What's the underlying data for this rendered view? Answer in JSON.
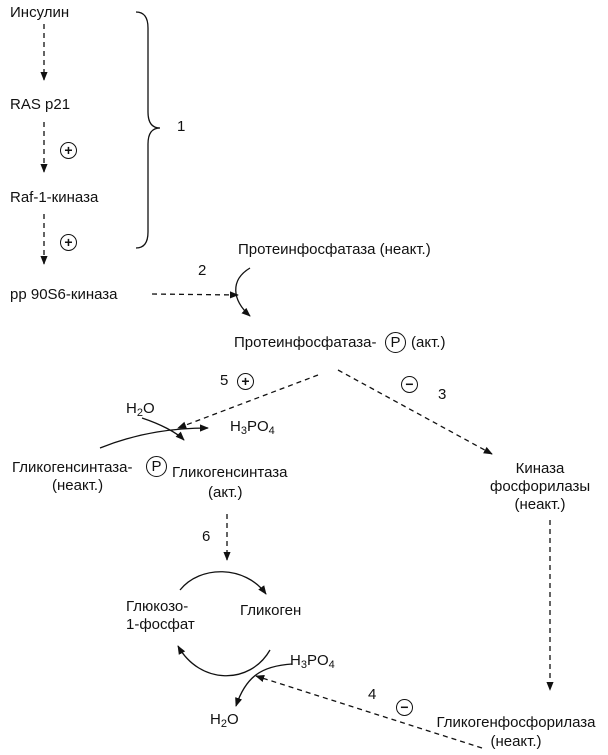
{
  "nodes": {
    "insulin": "Инсулин",
    "ras": "RAS p21",
    "raf": "Raf-1-киназа",
    "pp90": "pp 90S6-киназа",
    "pp_inactive": "Протеинфосфатаза (неакт.)",
    "pp_active_name": "Протеинфосфатаза-",
    "pp_active_state": "(акт.)",
    "gs_p_name": "Гликогенсинтаза-",
    "gs_p_state": "(неакт.)",
    "gs_active_name": "Гликогенсинтаза",
    "gs_active_state": "(акт.)",
    "kinase_line1": "Киназа",
    "kinase_line2": "фосфорилазы",
    "kinase_line3": "(неакт.)",
    "glucose1p_line1": "Глюкозо-",
    "glucose1p_line2": "1-фосфат",
    "glycogen": "Гликоген",
    "gp_name": "Гликогенфосфорилаза",
    "gp_state": "(неакт.)",
    "h2o_top_main": "H",
    "h2o_top_sub": "2",
    "h2o_top_end": "O",
    "h3po4_top_main": "H",
    "h3po4_top_sub1": "3",
    "h3po4_top_mid": "PO",
    "h3po4_top_sub2": "4",
    "h3po4_bottom_main": "H",
    "h3po4_bottom_sub1": "3",
    "h3po4_bottom_mid": "PO",
    "h3po4_bottom_sub2": "4",
    "h2o_bottom_main": "H",
    "h2o_bottom_sub": "2",
    "h2o_bottom_end": "O"
  },
  "labels": {
    "n1": "1",
    "n2": "2",
    "n3": "3",
    "n4": "4",
    "n5": "5",
    "n6": "6"
  },
  "symbols": {
    "plus": "+",
    "minus": "−",
    "phosphate": "P"
  }
}
